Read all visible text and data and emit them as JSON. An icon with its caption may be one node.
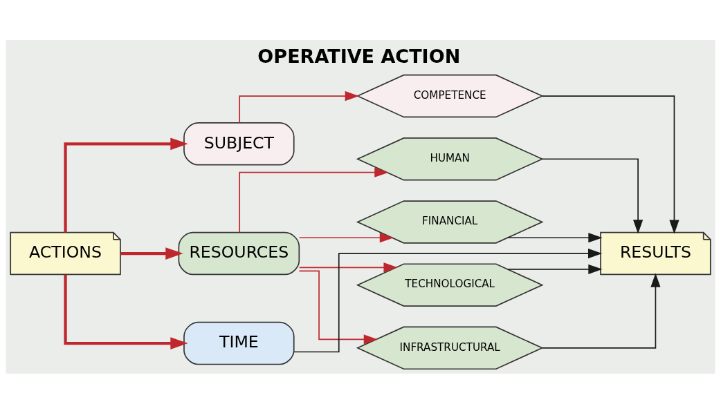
{
  "diagram": {
    "title": "OPERATIVE ACTION",
    "nodes": [
      {
        "text": [
          "ACTIONS"
        ]
      },
      {
        "text": [
          "SUBJECT"
        ]
      },
      {
        "text": [
          "RESOURCES"
        ]
      },
      {
        "text": [
          "TIME"
        ]
      },
      {
        "text": [
          "COMPETENCE"
        ]
      },
      {
        "text": [
          "HUMAN"
        ]
      },
      {
        "text": [
          "FINANCIAL"
        ]
      },
      {
        "text": [
          "TECHNOLOGICAL"
        ]
      },
      {
        "text": [
          "INFRASTRUCTURAL"
        ]
      },
      {
        "text": [
          "RESULTS"
        ]
      }
    ],
    "edges": [
      {
        "from": 0,
        "to": 1,
        "arrow": "to",
        "style": "thick"
      },
      {
        "from": 0,
        "to": 2,
        "arrow": "to",
        "style": "thick"
      },
      {
        "from": 0,
        "to": 3,
        "arrow": "to",
        "style": "thick"
      },
      {
        "from": 1,
        "to": 4,
        "arrow": "to"
      },
      {
        "from": 2,
        "to": 5,
        "arrow": "to"
      },
      {
        "from": 2,
        "to": 6,
        "arrow": "to"
      },
      {
        "from": 2,
        "to": 7,
        "arrow": "to"
      },
      {
        "from": 2,
        "to": 8,
        "arrow": "to"
      },
      {
        "from": 4,
        "to": 9,
        "arrow": "to",
        "color": "#1a1a1a"
      },
      {
        "from": 5,
        "to": 9,
        "arrow": "to",
        "color": "#1a1a1a"
      },
      {
        "from": 6,
        "to": 9,
        "arrow": "to",
        "color": "#1a1a1a"
      },
      {
        "from": 7,
        "to": 9,
        "arrow": "to",
        "color": "#1a1a1a"
      },
      {
        "from": 8,
        "to": 9,
        "arrow": "to",
        "color": "#1a1a1a"
      },
      {
        "from": 3,
        "to": 9,
        "arrow": "to",
        "color": "#1a1a1a"
      }
    ]
  }
}
